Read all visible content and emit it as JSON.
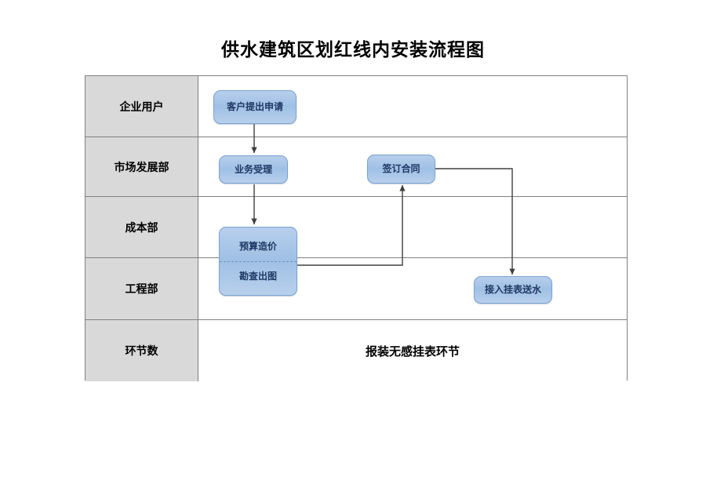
{
  "title": "供水建筑区划红线内安装流程图",
  "table": {
    "rows": [
      {
        "label": "企业用户"
      },
      {
        "label": "市场发展部"
      },
      {
        "label": "成本部"
      },
      {
        "label": "工程部"
      },
      {
        "label": "环节数",
        "summary": "报装无感挂表环节"
      }
    ]
  },
  "nodes": {
    "apply": "客户提出申请",
    "accept": "业务受理",
    "budget": "预算造价",
    "survey": "勘查出图",
    "contract": "签订合同",
    "connect": "接入挂表送水"
  },
  "colors": {
    "node_fill": "#a8c4e5",
    "node_border": "#7ba2d0",
    "node_text": "#1f3864",
    "header_fill": "#d9d9d9",
    "grid_line": "#808080",
    "connector": "#404040",
    "page_background": "#ffffff"
  }
}
